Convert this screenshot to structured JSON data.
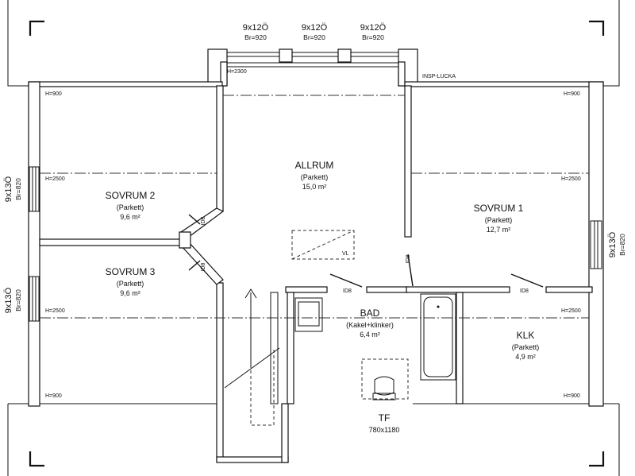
{
  "rooms": {
    "allrum": {
      "name": "ALLRUM",
      "floor": "(Parkett)",
      "area": "15,0 m²"
    },
    "sovrum1": {
      "name": "SOVRUM 1",
      "floor": "(Parkett)",
      "area": "12,7 m²"
    },
    "sovrum2": {
      "name": "SOVRUM 2",
      "floor": "(Parkett)",
      "area": "9,6 m²"
    },
    "sovrum3": {
      "name": "SOVRUM 3",
      "floor": "(Parkett)",
      "area": "9,6 m²"
    },
    "bad": {
      "name": "BAD",
      "floor": "(Kakel+klinker)",
      "area": "6,4 m²"
    },
    "klk": {
      "name": "KLK",
      "floor": "(Parkett)",
      "area": "4,9 m²"
    }
  },
  "tf": {
    "label": "TF",
    "size": "780x1180"
  },
  "top_windows": [
    {
      "size": "9x12Ö",
      "br": "Br=920"
    },
    {
      "size": "9x12Ö",
      "br": "Br=920"
    },
    {
      "size": "9x12Ö",
      "br": "Br=920"
    }
  ],
  "left_windows": [
    {
      "size": "9x13Ö",
      "br": "Br=820"
    },
    {
      "size": "9x13Ö",
      "br": "Br=820"
    }
  ],
  "right_window": {
    "size": "9x13Ö",
    "br": "Br=820"
  },
  "heights": {
    "h900": "H=900",
    "h2500": "H=2500",
    "h2300": "H=2300"
  },
  "insp": "INSP-LUCKA",
  "door_label": "ID8",
  "vl": "VL"
}
